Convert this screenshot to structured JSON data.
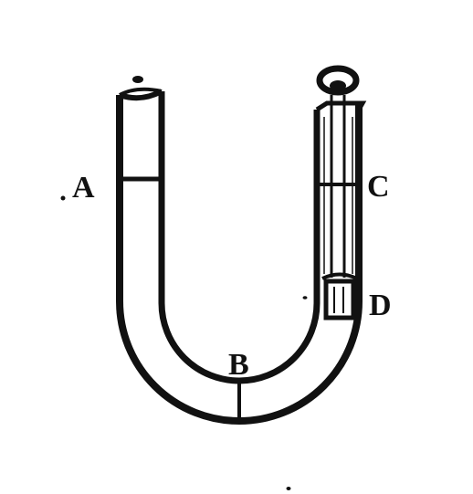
{
  "labels": {
    "a": "A",
    "b": "B",
    "c": "C",
    "d": "D"
  },
  "colors": {
    "ink": "#111111",
    "paper": "#ffffff"
  }
}
